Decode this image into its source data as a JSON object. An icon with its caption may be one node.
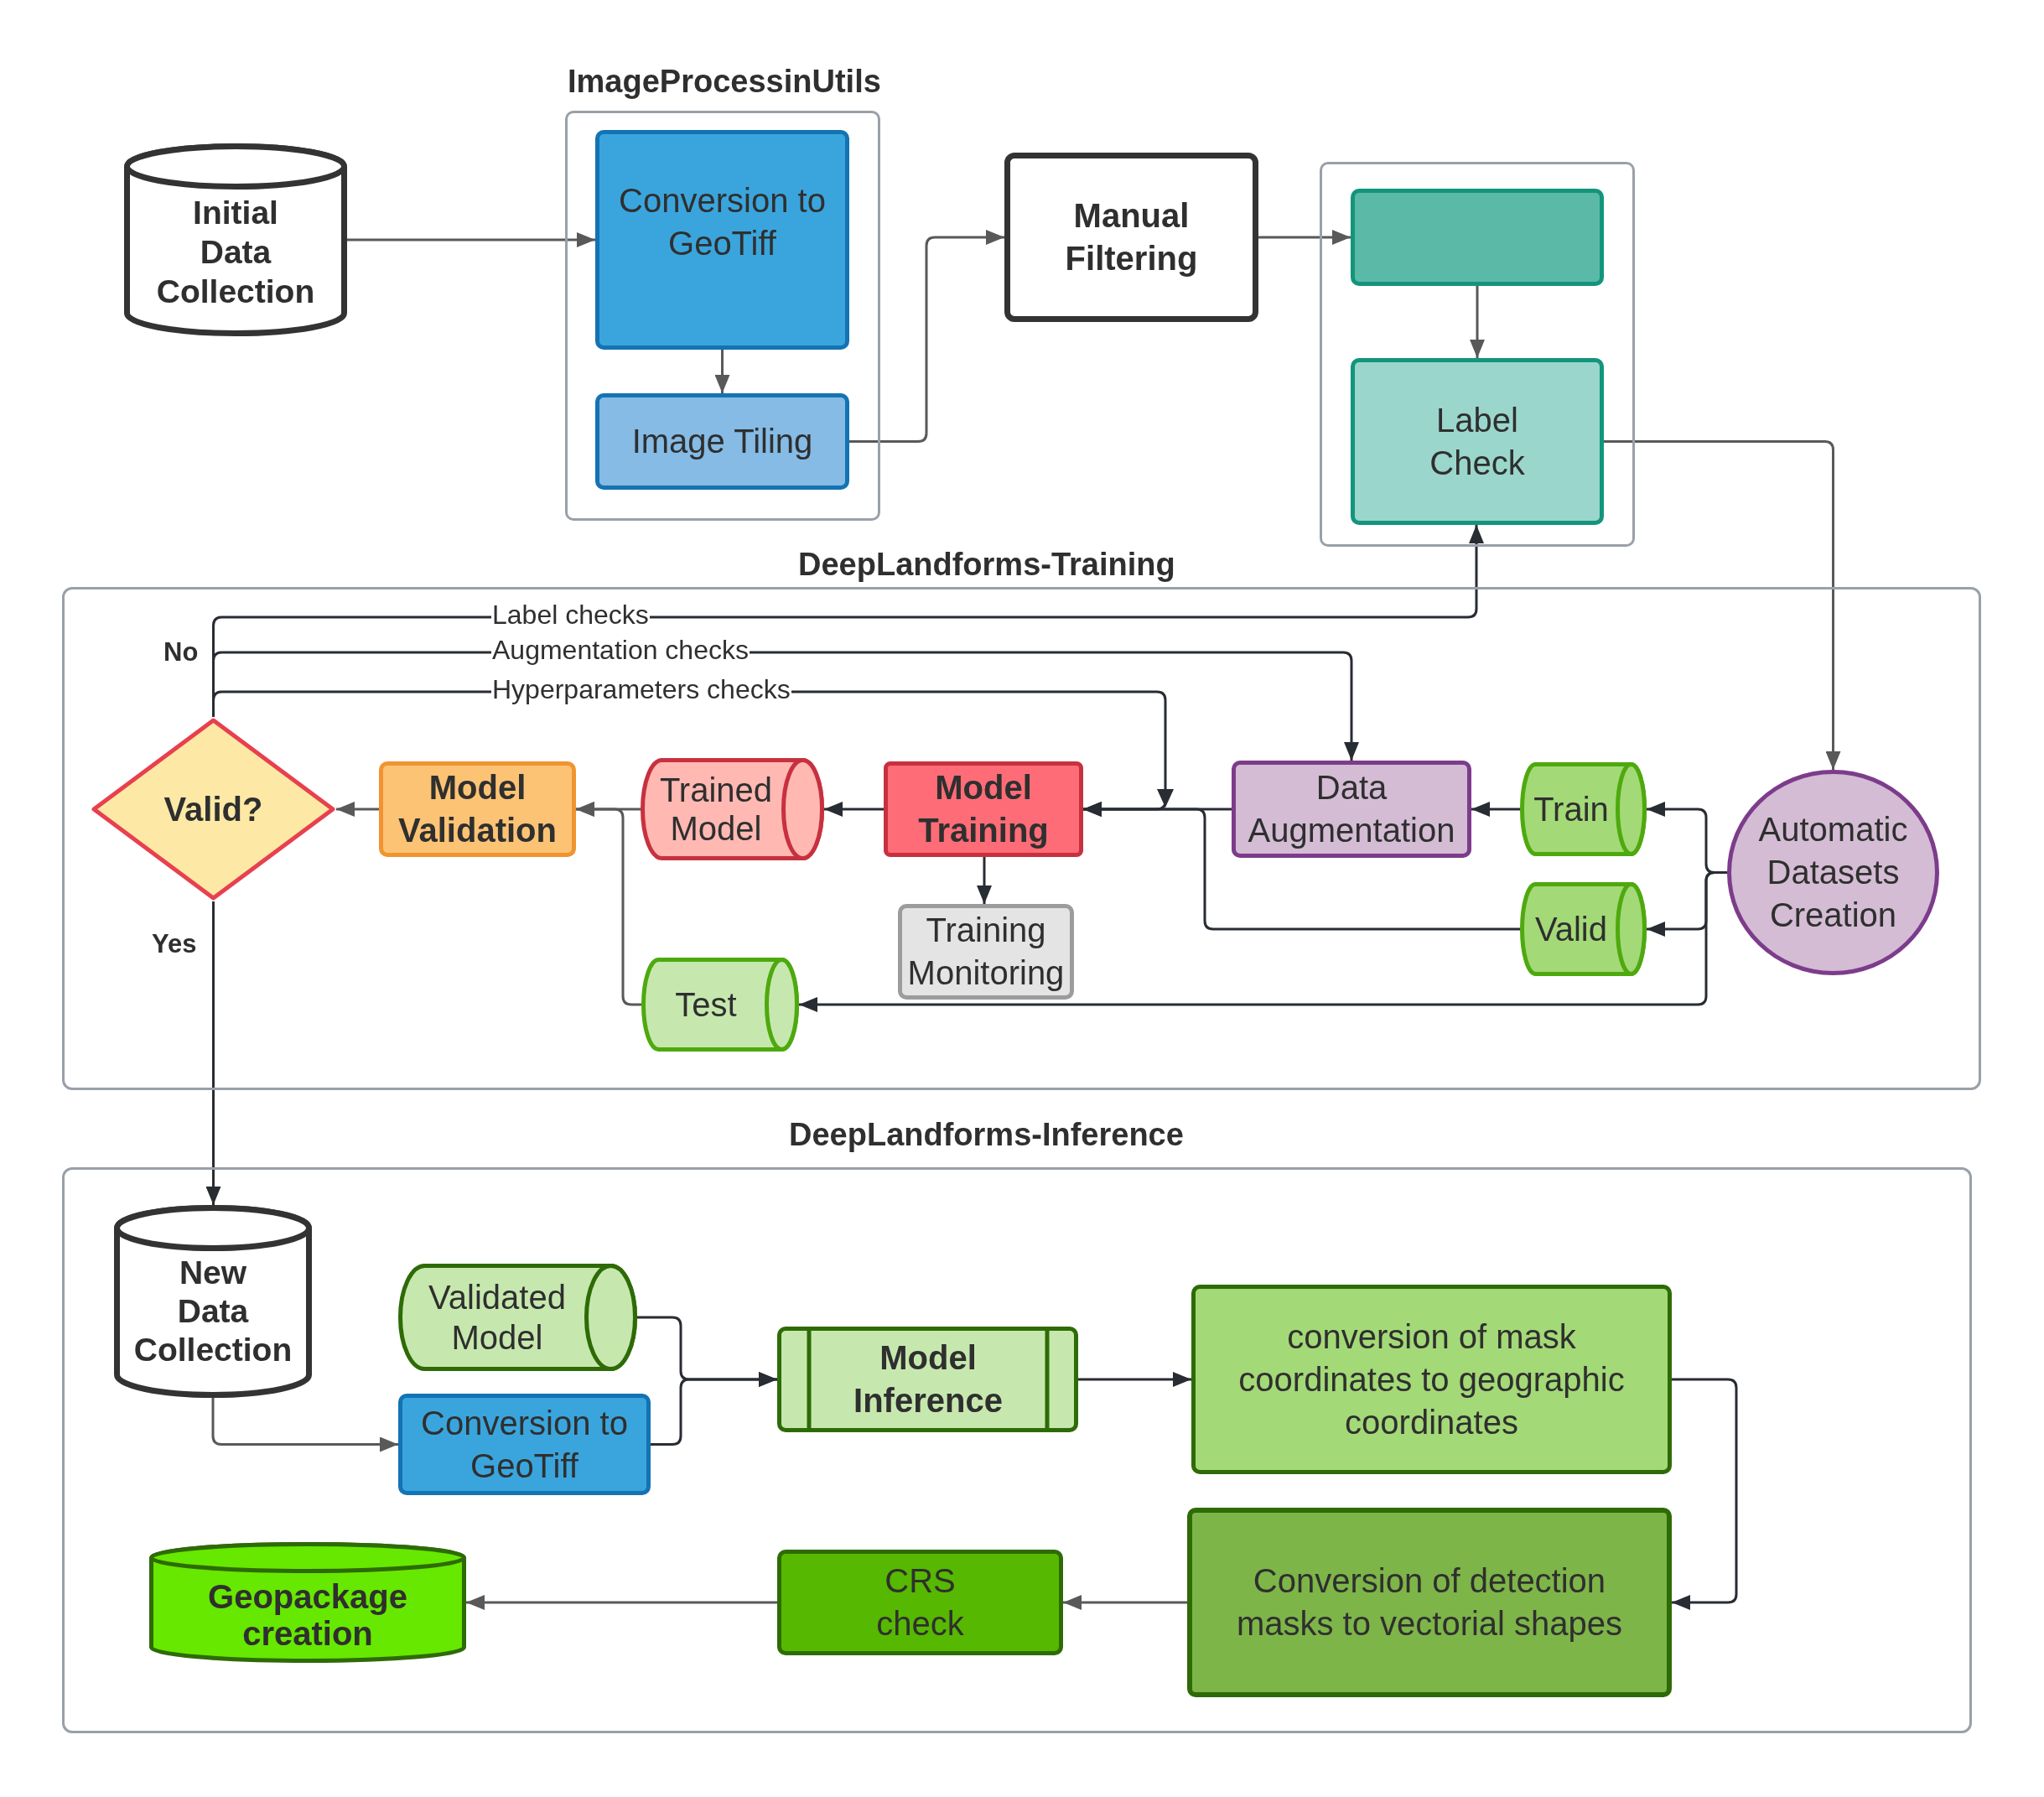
{
  "diagram": {
    "nodes": [
      {
        "text": [
          "Initial Data Collection"
        ]
      },
      {
        "text": [
          "ImageProcessinUtils"
        ]
      },
      {
        "text": [
          "Conversion to GeoTiff"
        ],
        "in": 1
      },
      {
        "text": [
          "Image Tiling"
        ],
        "in": 1
      },
      {
        "text": [
          "Manual Filtering"
        ]
      },
      {
        "text": [],
        "shape": "box"
      },
      {
        "text": [],
        "shape": "box",
        "in": 5
      },
      {
        "text": [
          "Label Check"
        ],
        "in": 5
      },
      {
        "text": [
          "DeepLandforms-Training"
        ]
      },
      {
        "text": [
          "Valid?"
        ],
        "in": 8
      },
      {
        "text": [
          "Model Validation"
        ],
        "in": 8
      },
      {
        "text": [
          "Trained Model"
        ],
        "in": 8
      },
      {
        "text": [
          "Model Training"
        ],
        "in": 8
      },
      {
        "text": [
          "Data Augmentation"
        ],
        "in": 8
      },
      {
        "text": [
          "Train"
        ],
        "in": 8
      },
      {
        "text": [
          "Automatic Datasets Creation"
        ],
        "in": 8
      },
      {
        "text": [
          "Training Monitoring"
        ],
        "in": 8
      },
      {
        "text": [
          "Valid"
        ],
        "in": 8
      },
      {
        "text": [
          "Test"
        ],
        "in": 8
      },
      {
        "text": [
          "DeepLandforms-Inference"
        ]
      },
      {
        "text": [
          "New Data Collection"
        ],
        "in": 19
      },
      {
        "text": [
          "Validated Model"
        ],
        "in": 19
      },
      {
        "text": [
          "Model Inference"
        ],
        "in": 19
      },
      {
        "text": [
          "conversion of mask coordinates to geographic coordinates"
        ],
        "in": 19
      },
      {
        "text": [
          "Conversion to GeoTiff"
        ],
        "in": 19
      },
      {
        "text": [
          "Geopackage creation"
        ],
        "in": 19
      },
      {
        "text": [
          "CRS check"
        ],
        "in": 19
      },
      {
        "text": [
          "Conversion of detection masks to vectorial shapes"
        ],
        "in": 19
      }
    ],
    "edges": [
      {
        "from": 0,
        "to": 2,
        "arrow": "to",
        "color": "#595959"
      },
      {
        "from": 2,
        "to": 3,
        "arrow": "to",
        "color": "#595959"
      },
      {
        "from": 3,
        "to": 4,
        "arrow": "to",
        "color": "#595959"
      },
      {
        "from": 4,
        "to": 6,
        "arrow": "to",
        "color": "#595959"
      },
      {
        "from": 6,
        "to": 7,
        "arrow": "to",
        "color": "#595959"
      },
      {
        "from": 7,
        "to": 15,
        "arrow": "to",
        "color": "#595959"
      },
      {
        "from": 15,
        "to": 14,
        "arrow": "to"
      },
      {
        "from": 15,
        "to": 17,
        "arrow": "to"
      },
      {
        "from": 15,
        "to": 18,
        "arrow": "to"
      },
      {
        "from": 14,
        "to": 13,
        "arrow": "to"
      },
      {
        "from": 13,
        "to": 12,
        "arrow": "to"
      },
      {
        "from": 17,
        "to": 12,
        "arrow": "to"
      },
      {
        "from": 12,
        "to": 11,
        "arrow": "to"
      },
      {
        "from": 12,
        "to": 16,
        "arrow": "to"
      },
      {
        "from": 11,
        "to": 10,
        "arrow": "to",
        "color": "#595959"
      },
      {
        "from": 18,
        "to": 10,
        "arrow": "to",
        "color": "#595959"
      },
      {
        "from": 10,
        "to": 9,
        "arrow": "to",
        "color": "#595959"
      },
      {
        "from": 9,
        "to": 7,
        "arrow": "to",
        "label": "Label checks"
      },
      {
        "from": 9,
        "to": 13,
        "arrow": "to",
        "label": "Augmentation checks"
      },
      {
        "from": 9,
        "to": 12,
        "arrow": "to",
        "label": "Hyperparameters checks"
      },
      {
        "from": 9,
        "to": 20,
        "arrow": "to"
      },
      {
        "from": 20,
        "to": 24,
        "arrow": "to",
        "color": "#595959"
      },
      {
        "from": 21,
        "to": 22,
        "arrow": "to"
      },
      {
        "from": 24,
        "to": 22,
        "arrow": "to"
      },
      {
        "from": 22,
        "to": 23,
        "arrow": "to"
      },
      {
        "from": 23,
        "to": 27,
        "arrow": "to"
      },
      {
        "from": 27,
        "to": 26,
        "arrow": "to",
        "color": "#595959"
      },
      {
        "from": 26,
        "to": 25,
        "arrow": "to",
        "color": "#595959"
      }
    ],
    "labels": [
      "No",
      "Yes"
    ]
  }
}
